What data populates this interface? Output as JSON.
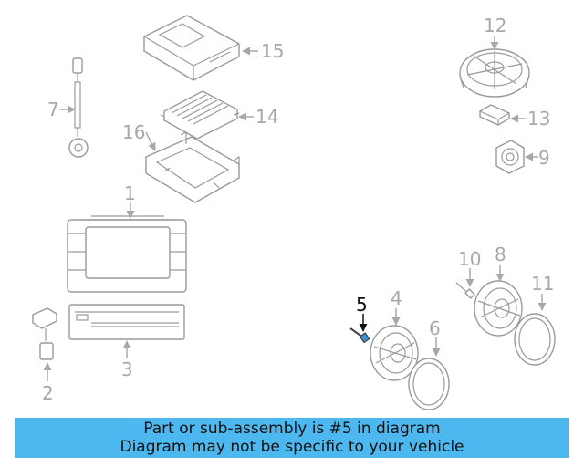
{
  "callouts": {
    "c1": "1",
    "c2": "2",
    "c3": "3",
    "c4": "4",
    "c5": "5",
    "c6": "6",
    "c7": "7",
    "c8": "8",
    "c9": "9",
    "c10": "10",
    "c11": "11",
    "c12": "12",
    "c13": "13",
    "c14": "14",
    "c15": "15",
    "c16": "16"
  },
  "highlighted_part": "5",
  "colors": {
    "highlight": "#111111",
    "callout": "#a8a8a8",
    "banner": "#4db8f0"
  },
  "banner": {
    "line1": "Part or sub-assembly is #5 in diagram",
    "line2": "Diagram may not be specific to your vehicle"
  }
}
